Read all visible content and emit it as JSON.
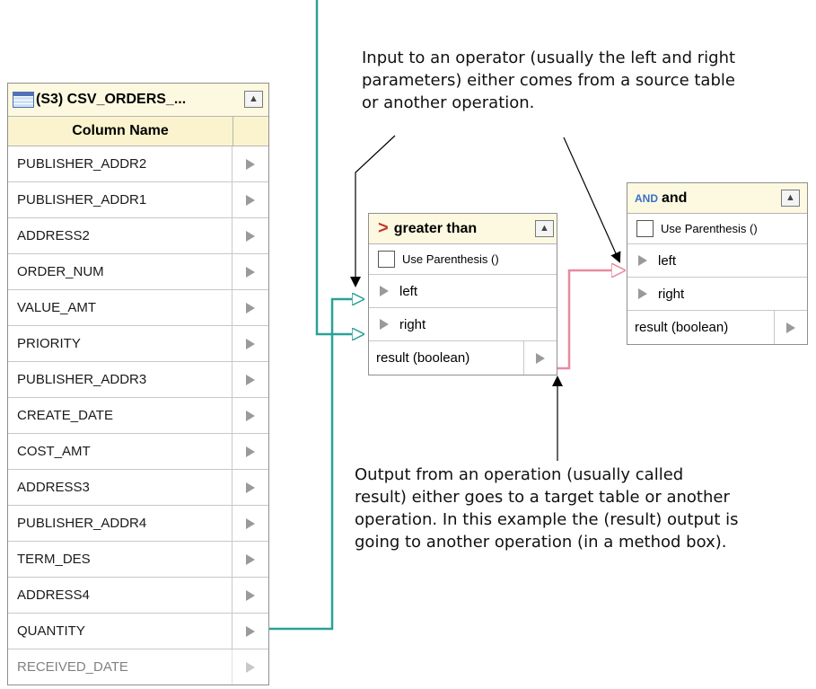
{
  "table": {
    "title": "(S3) CSV_ORDERS_...",
    "column_header": "Column Name",
    "columns": [
      "PUBLISHER_ADDR2",
      "PUBLISHER_ADDR1",
      "ADDRESS2",
      "ORDER_NUM",
      "VALUE_AMT",
      "PRIORITY",
      "PUBLISHER_ADDR3",
      "CREATE_DATE",
      "COST_AMT",
      "ADDRESS3",
      "PUBLISHER_ADDR4",
      "TERM_DES",
      "ADDRESS4",
      "QUANTITY",
      "RECEIVED_DATE"
    ]
  },
  "greater_than": {
    "symbol": ">",
    "title": "greater than",
    "parenthesis": "Use Parenthesis ()",
    "left": "left",
    "right": "right",
    "result": "result (boolean)"
  },
  "and_box": {
    "symbol": "AND",
    "title": "and",
    "parenthesis": "Use Parenthesis ()",
    "left": "left",
    "right": "right",
    "result": "result (boolean)"
  },
  "annotations": {
    "input_note_1": "Input to an operator (usually the left and right",
    "input_note_2": "parameters) either comes from a source table",
    "input_note_3": "or another operation.",
    "output_note_1": "Output from an operation (usually called",
    "output_note_2": "result) either goes to a target table or another",
    "output_note_3": "operation. In this example the (result) output is",
    "output_note_4": "going to another operation (in a method box)."
  },
  "colors": {
    "input_wire": "#2aa198",
    "output_wire": "#e88aa0",
    "header_bg": "#fdf9e1",
    "port_triangle": "#9a9a9a"
  },
  "icons": [
    "table-icon",
    "collapse-icon",
    "port-arrow-icon",
    "checkbox-icon"
  ]
}
